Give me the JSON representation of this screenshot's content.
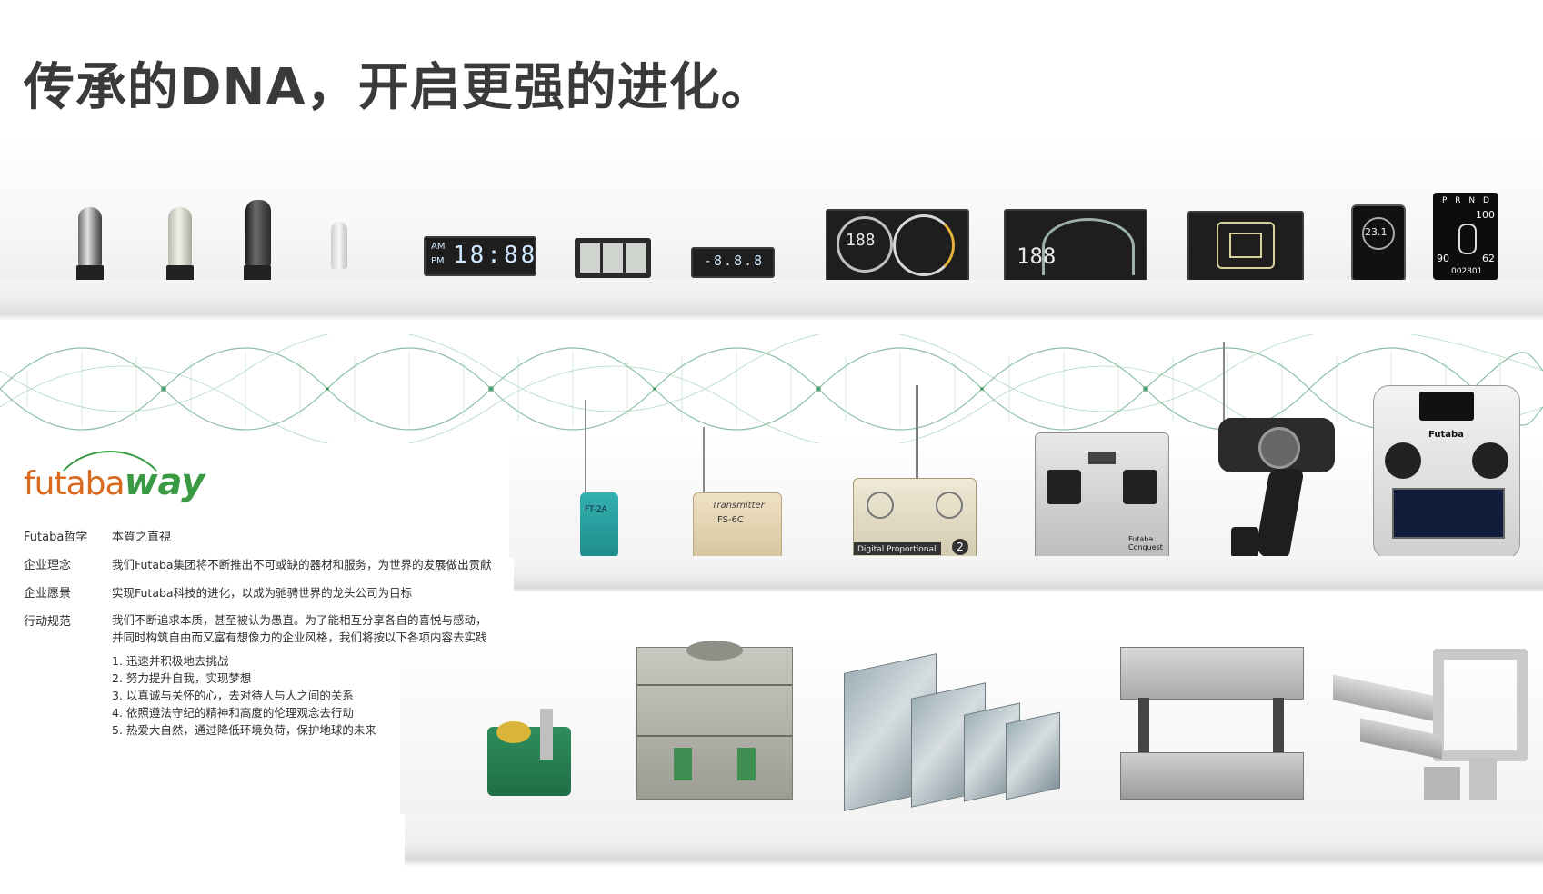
{
  "headline": "传承的DNA，开启更强的进化。",
  "logo": {
    "part1": "futaba",
    "part2": "way"
  },
  "info": [
    {
      "key": "Futaba哲学",
      "value": "本質之直視"
    },
    {
      "key": "企业理念",
      "value": "我们Futaba集团将不断推出不可或缺的器材和服务，为世界的发展做出贡献"
    },
    {
      "key": "企业愿景",
      "value": "实现Futaba科技的进化，以成为驰骋世界的龙头公司为目标"
    }
  ],
  "conduct": {
    "key": "行动规范",
    "line1": "我们不断追求本质，甚至被认为愚直。为了能相互分享各自的喜悦与感动，",
    "line2": "并同时构筑自由而又富有想像力的企业风格，我们将按以下各项内容去实践",
    "items": [
      "1. 迅速并积极地去挑战",
      "2. 努力提升自我，实现梦想",
      "3. 以真诚与关怀的心，去对待人与人之间的关系",
      "4. 依照遵法守纪的精神和高度的伦理观念去行动",
      "5. 热爱大自然，通过降低环境负荷，保护地球的未来"
    ]
  },
  "products": {
    "vfd_clock": {
      "top": "AM",
      "bottom": "PM",
      "digits": "18:88"
    },
    "vfd_small": "-8.8.8",
    "cluster_1": "188",
    "cluster_2": "188",
    "round_display": "23.1",
    "car_display": {
      "gears": "P R N D",
      "value_top": "100",
      "value_left": "90",
      "value_right": "62",
      "odometer": "002801"
    },
    "remote_1": "FT-2A",
    "remote_2_brand": "Transmitter",
    "remote_2_model": "FS-6C",
    "remote_3": "Digital Proportional",
    "remote_3_num": "2",
    "remote_4": "Futaba Conquest",
    "remote_6": "Futaba"
  },
  "colors": {
    "logo_orange": "#d9691f",
    "logo_green": "#3a9a44",
    "dna_green": "#2e8b57"
  }
}
